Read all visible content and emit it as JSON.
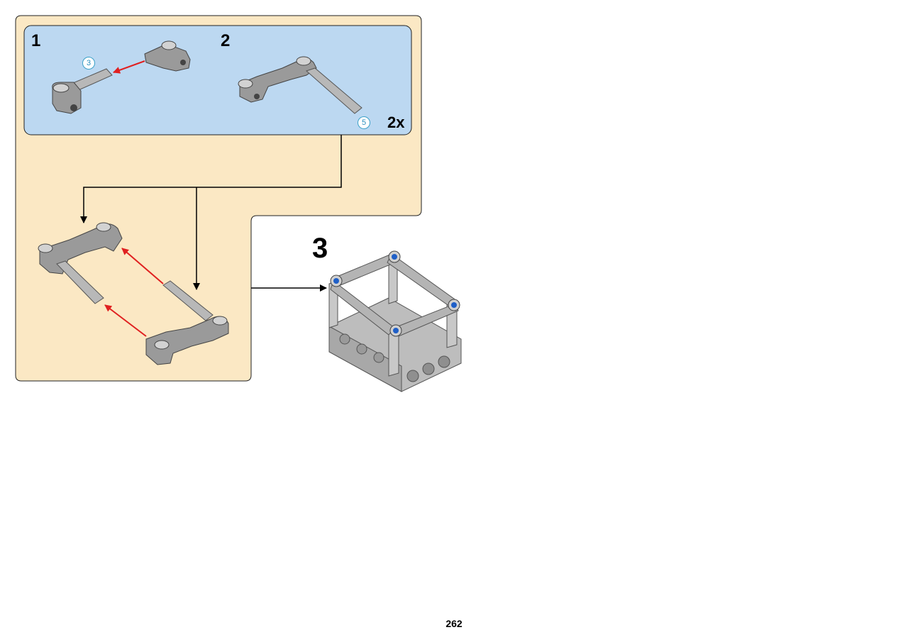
{
  "steps": [
    {
      "number": "1"
    },
    {
      "number": "2",
      "multiplier": "2x"
    },
    {
      "number": "3"
    }
  ],
  "length_badges": [
    "3",
    "5"
  ],
  "page_number": "262",
  "colors": {
    "callout_bg": "#fbe8c4",
    "subassembly_bg": "#bcd8f1",
    "part_gray": "#a9a9a9",
    "arrow_red": "#e02020",
    "pin_blue": "#1f5fc7"
  }
}
